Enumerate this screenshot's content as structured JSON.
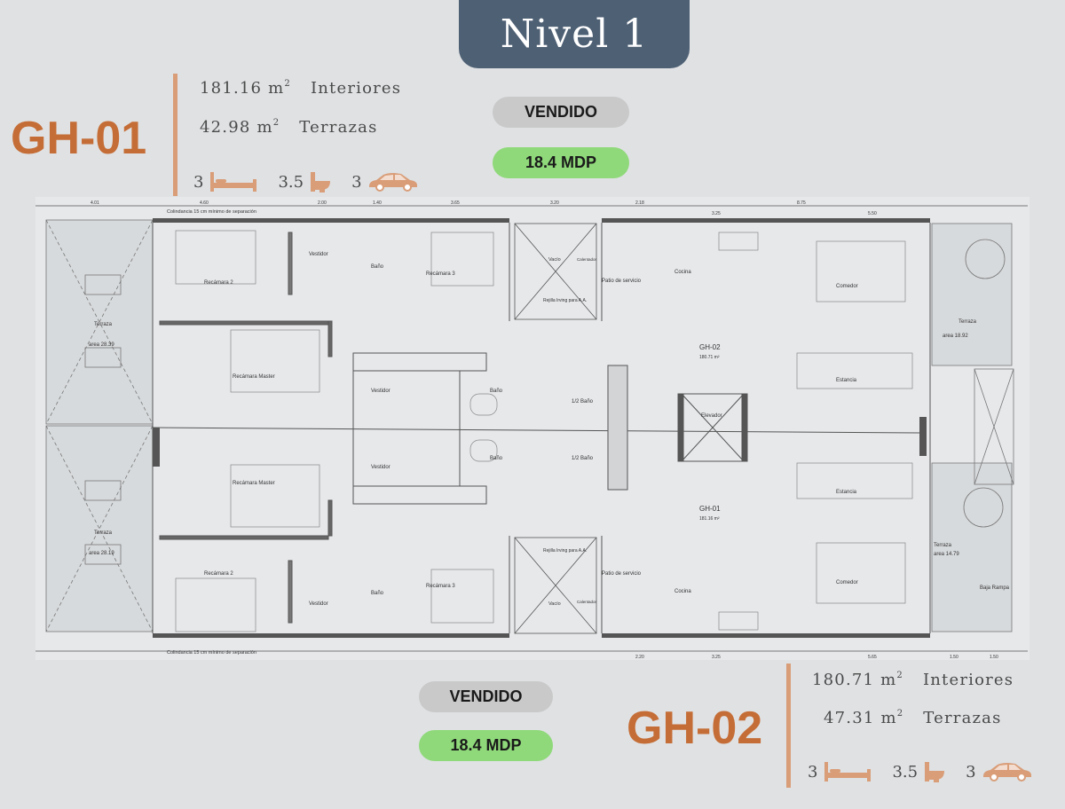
{
  "header": {
    "title": "Nivel 1"
  },
  "units": {
    "gh01": {
      "code": "GH-01",
      "interior_value": "181.16 m",
      "interior_unit_sup": "2",
      "interior_label": "Interiores",
      "terrace_value": "42.98 m",
      "terrace_unit_sup": "2",
      "terrace_label": "Terrazas",
      "bedrooms": "3",
      "bathrooms": "3.5",
      "parking": "3",
      "status": "VENDIDO",
      "price": "18.4 MDP"
    },
    "gh02": {
      "code": "GH-02",
      "interior_value": "180.71 m",
      "interior_unit_sup": "2",
      "interior_label": "Interiores",
      "terrace_value": "47.31 m",
      "terrace_unit_sup": "2",
      "terrace_label": "Terrazas",
      "bedrooms": "3",
      "bathrooms": "3.5",
      "parking": "3",
      "status": "VENDIDO",
      "price": "18.4 MDP"
    }
  },
  "plan": {
    "colindancia_top": "Colindancia 15 cm mínimo de separación",
    "colindancia_bottom": "Colindancia 15 cm mínimo de separación",
    "rooms": {
      "terraza_left_top": "Terraza",
      "area_left_top": "area  28.39",
      "terraza_left_bottom": "Terraza",
      "area_left_bottom": "area  28.19",
      "recamara2_top": "Recámara 2",
      "vestidor_top": "Vestidor",
      "bano_top": "Baño",
      "recamara3_top": "Recámara 3",
      "recamara_master_top": "Recámara Master",
      "vestidor_mid_top": "Vestidor",
      "bano_mid_top": "Baño",
      "medio_bano_top": "1/2 Baño",
      "vestidor_mid_bottom": "Vestidor",
      "bano_mid_bottom": "Baño",
      "medio_bano_bottom": "1/2 Baño",
      "recamara_master_bottom": "Recámara Master",
      "recamara2_bottom": "Recámara 2",
      "vestidor_bottom": "Vestidor",
      "bano_bottom": "Baño",
      "recamara3_bottom": "Recámara 3",
      "vacio_top": "Vacío",
      "rejilla_top": "Rejilla Irving para A.A.",
      "vacio_bottom": "Vacío",
      "rejilla_bottom": "Rejilla Irving para A.A.",
      "patio_top": "Patio de servicio",
      "patio_bottom": "Patio de servicio",
      "cocina_top": "Cocina",
      "comedor_top": "Comedor",
      "cocina_bottom": "Cocina",
      "comedor_bottom": "Comedor",
      "gh02_label": "GH-02",
      "gh02_area": "180.71 m²",
      "gh01_label": "GH-01",
      "gh01_area": "181.16 m²",
      "elevador": "Elevador",
      "estancia_top": "Estancia",
      "estancia_bottom": "Estancia",
      "terraza_right_top": "Terraza",
      "area_right_top": "area 18.92",
      "terraza_right_bottom": "Terraza",
      "area_right_bottom": "area 14.79",
      "baja_rampa": "Baja Rampa",
      "calentador_top": "Calentador",
      "calentador_bottom": "Calentador"
    },
    "dims_top": [
      "4.01",
      "4.60",
      "2.00",
      "1.40",
      "3.65",
      "3.20",
      "2.18",
      "3.25",
      "8.75",
      "5.50"
    ],
    "dims_bottom": [
      "2.20",
      "3.25",
      "5.65",
      "1.50",
      "1.50"
    ]
  },
  "colors": {
    "accent": "#c56d36",
    "title_bg": "#4e6074",
    "sold_pill": "#c9c9c9",
    "price_pill": "#8fd97a",
    "background": "#dfe1e3"
  },
  "icons": [
    "bed-icon",
    "toilet-icon",
    "car-icon"
  ]
}
